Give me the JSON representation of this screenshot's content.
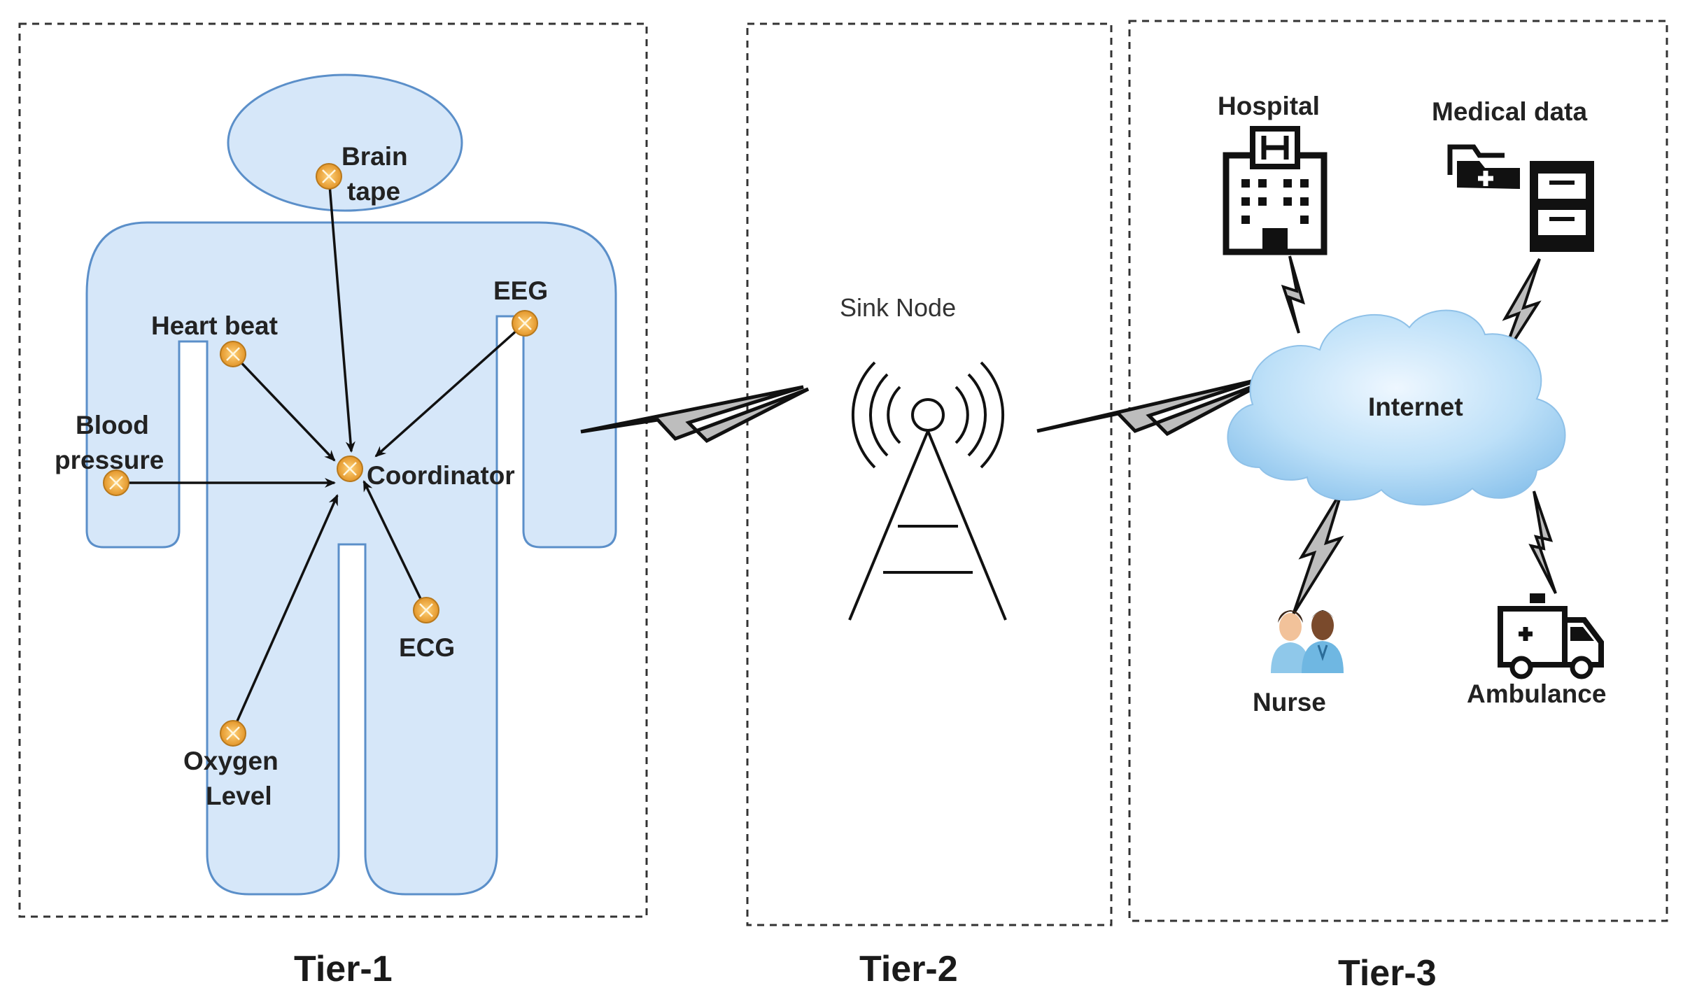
{
  "tiers": {
    "tier1": "Tier-1",
    "tier2": "Tier-2",
    "tier3": "Tier-3"
  },
  "sensors": {
    "brain_line1": "Brain",
    "brain_line2": "tape",
    "eeg": "EEG",
    "heart": "Heart beat",
    "blood_line1": "Blood",
    "blood_line2": "pressure",
    "coordinator": "Coordinator",
    "ecg": "ECG",
    "oxygen_line1": "Oxygen",
    "oxygen_line2": "Level"
  },
  "tier2": {
    "sink_node": "Sink Node"
  },
  "tier3": {
    "hospital": "Hospital",
    "medical_data": "Medical data",
    "internet": "Internet",
    "nurse": "Nurse",
    "ambulance": "Ambulance"
  },
  "colors": {
    "body_fill": "#d6e7f9",
    "body_stroke": "#5b8fc9",
    "sensor": "#f0a830",
    "cloud": "#a9d2f2",
    "bolt_fill": "#bdbdbd"
  }
}
